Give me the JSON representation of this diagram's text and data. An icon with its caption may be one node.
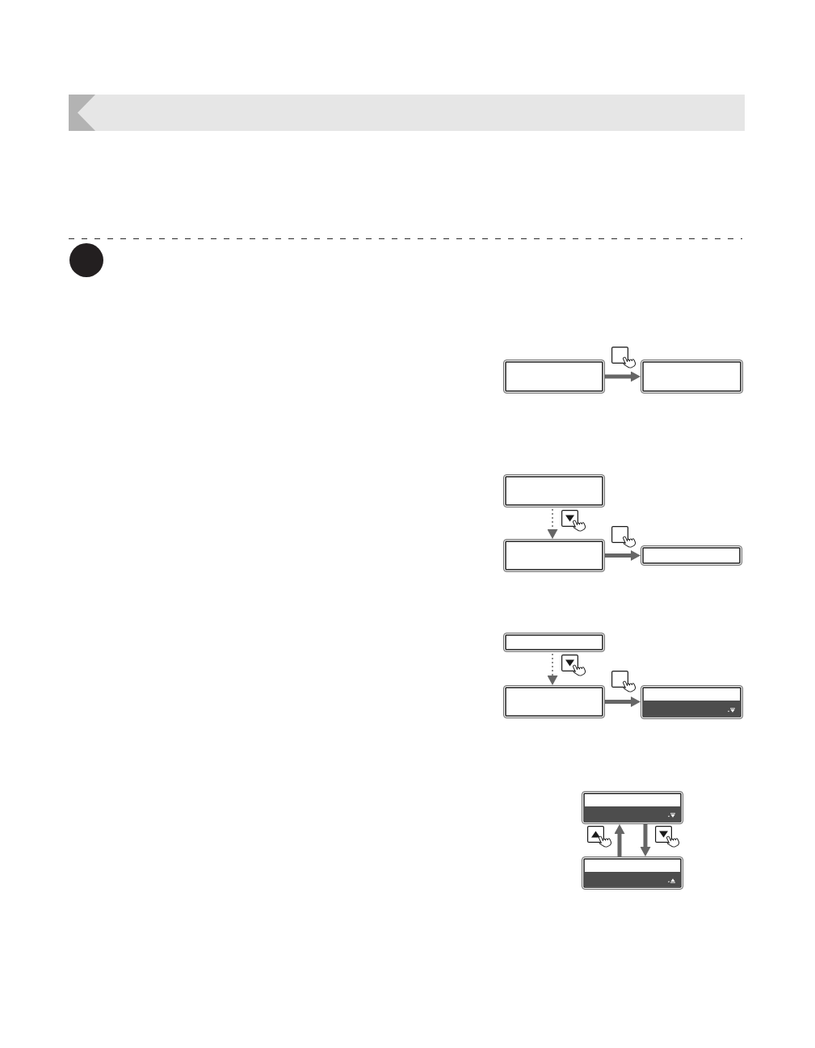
{
  "diagram": {
    "nodes": [
      {
        "text": [],
        "shape": "box"
      },
      {
        "text": [],
        "shape": "box"
      },
      {
        "text": [],
        "shape": "box"
      },
      {
        "text": [],
        "shape": "box"
      },
      {
        "text": [],
        "shape": "box"
      },
      {
        "text": [],
        "shape": "box"
      },
      {
        "text": [],
        "shape": "box"
      },
      {
        "text": [],
        "shape": "box"
      },
      {
        "text": [],
        "shape": "box"
      },
      {
        "text": [],
        "shape": "box"
      }
    ],
    "edges": [
      {
        "from": 0,
        "to": 1,
        "arrow": "to"
      },
      {
        "from": 2,
        "to": 3,
        "arrow": "to",
        "style": "dashed"
      },
      {
        "from": 3,
        "to": 4,
        "arrow": "to"
      },
      {
        "from": 5,
        "to": 6,
        "arrow": "to",
        "style": "dashed"
      },
      {
        "from": 6,
        "to": 7,
        "arrow": "to"
      },
      {
        "from": 9,
        "to": 8,
        "arrow": "to"
      },
      {
        "from": 8,
        "to": 9,
        "arrow": "to"
      }
    ]
  }
}
